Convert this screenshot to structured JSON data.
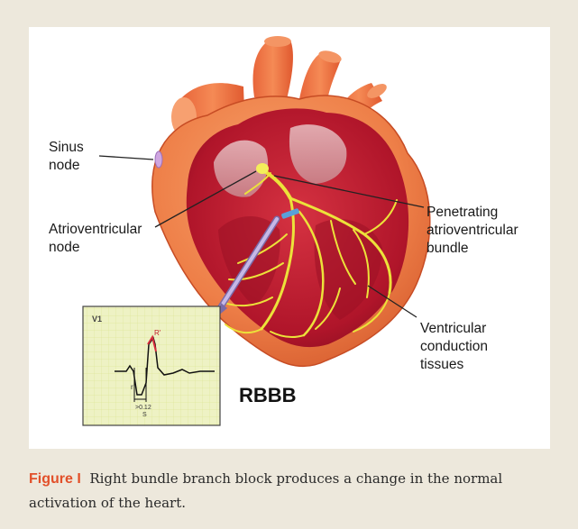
{
  "diagram": {
    "labels": {
      "sinus_node": "Sinus\nnode",
      "av_node": "Atrioventricular\nnode",
      "penetrating_bundle": "Penetrating\natrioventricular\nbundle",
      "ventricular_tissues": "Ventricular\nconduction\ntissues"
    },
    "badge": "RBBB",
    "ecg": {
      "lead": "V1",
      "r_prime": "R'",
      "r": "r",
      "s": "S",
      "duration": ">0.12"
    }
  },
  "caption": {
    "figure_label": "Figure I",
    "text": "Right bundle branch block produces a change in the normal activation of the heart."
  },
  "colors": {
    "background": "#ede8dc",
    "panel": "#ffffff",
    "accent": "#e2502a",
    "heart_outer": "#ee7f48",
    "heart_inner": "#b0152a",
    "conduction": "#ece23a",
    "ecg_grid": "#e8edb8"
  }
}
